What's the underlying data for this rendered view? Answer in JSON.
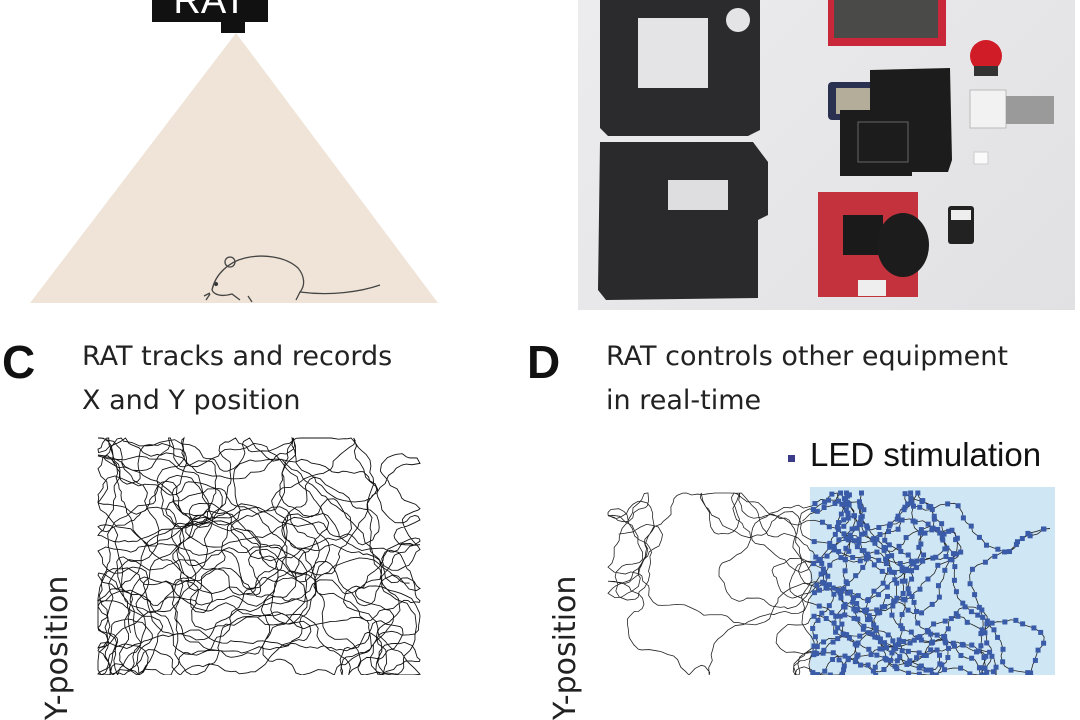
{
  "panel_a": {
    "camera_label": "RAT",
    "cone_color": "#efe4d7"
  },
  "panel_b": {
    "photo_background": "#e6e6e8"
  },
  "panel_c": {
    "letter": "C",
    "title_line1": "RAT tracks and records",
    "title_line2": "X and Y position",
    "ylabel": "Y-position",
    "track_color": "#111111"
  },
  "panel_d": {
    "letter": "D",
    "title_line1": "RAT controls other equipment",
    "title_line2": "in real-time",
    "legend_label": "LED stimulation",
    "legend_color": "#3b3b8a",
    "stim_zone_color": "#cfe6f5",
    "stim_marker_color": "#3a5ca8",
    "ylabel": "Y-position",
    "track_color": "#222222"
  }
}
